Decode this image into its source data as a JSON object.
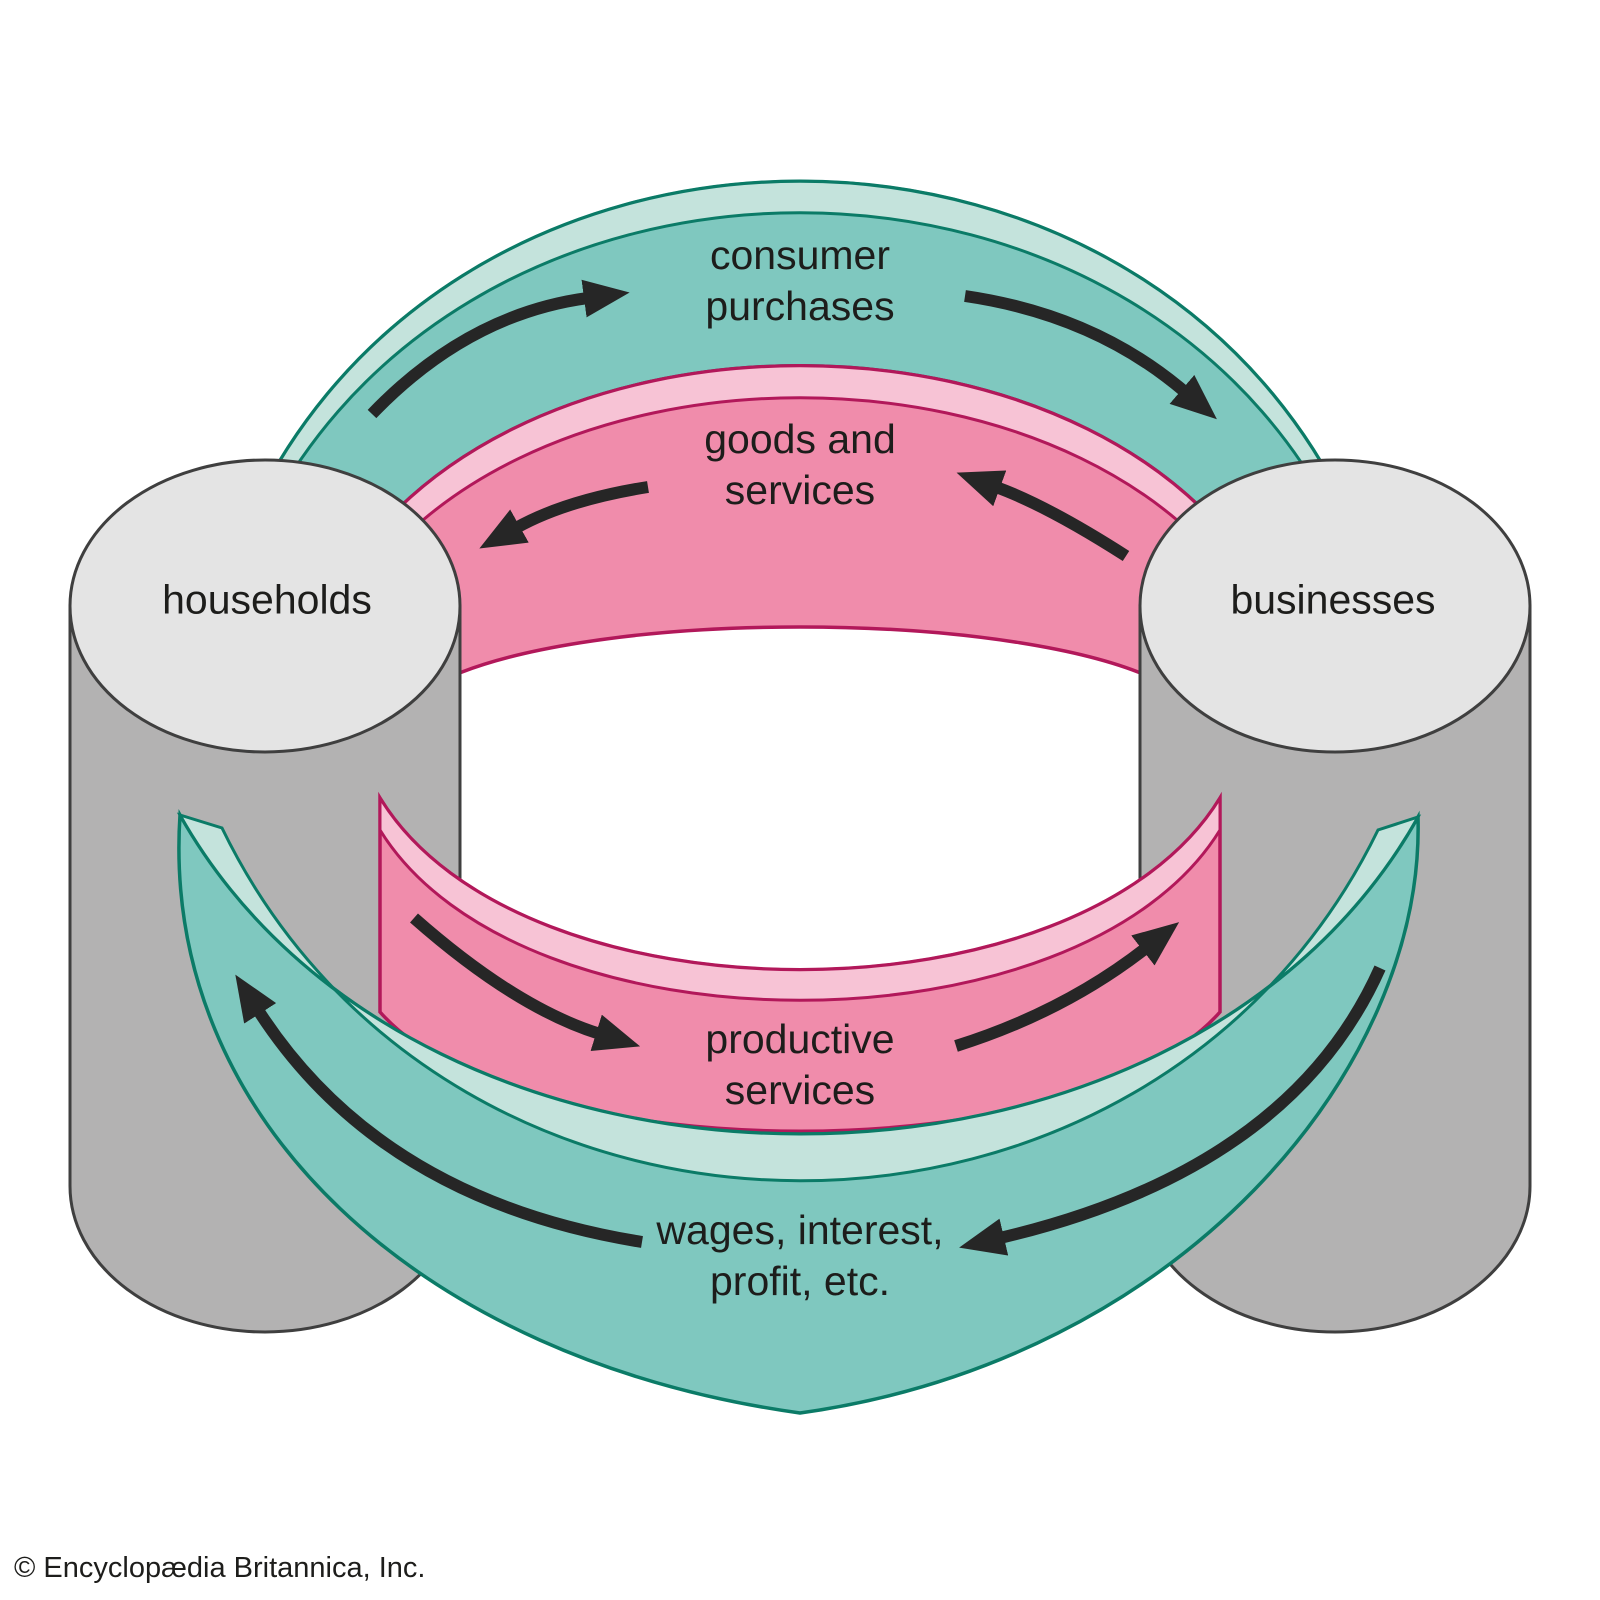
{
  "credit": "© Encyclopædia Britannica, Inc.",
  "nodes": {
    "left": {
      "label": "households"
    },
    "right": {
      "label": "businesses"
    }
  },
  "flows": {
    "consumer_purchases": {
      "label": "consumer\npurchases",
      "band": "top-outer-teal",
      "arrow_direction": "households-to-businesses"
    },
    "goods_services": {
      "label": "goods and\nservices",
      "band": "top-inner-pink",
      "arrow_direction": "businesses-to-households"
    },
    "productive_services": {
      "label": "productive\nservices",
      "band": "bottom-inner-pink",
      "arrow_direction": "households-to-businesses"
    },
    "wages_interest": {
      "label": "wages, interest,\nprofit, etc.",
      "band": "bottom-outer-teal",
      "arrow_direction": "businesses-to-households"
    }
  },
  "colors": {
    "teal": "#7fc8bf",
    "teal-light": "#c4e3dc",
    "teal-dark": "#0b7b67",
    "pink": "#f08cab",
    "pink-light": "#f7c3d5",
    "pink-dark": "#b2185a",
    "gray-top": "#e4e4e4",
    "gray-body": "#b3b2b2",
    "gray-dark": "#3f3f3f",
    "ink": "#262626",
    "text": "#1d1d1b",
    "bg": "#ffffff"
  }
}
